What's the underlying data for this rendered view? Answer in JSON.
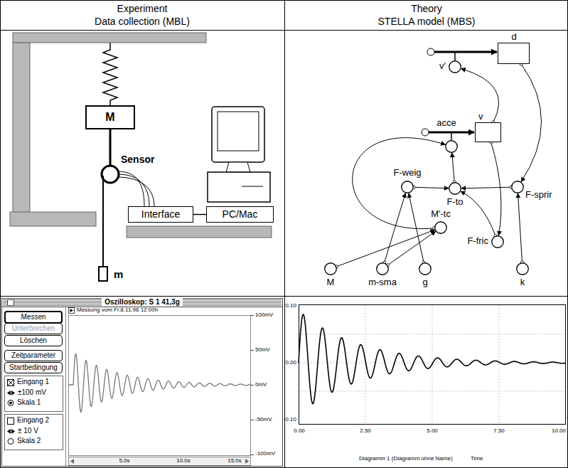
{
  "diagram": {
    "nodes": [
      {
        "text": [
          "M"
        ]
      },
      {
        "text": [
          "Interface"
        ]
      },
      {
        "text": [
          "PC/Mac"
        ]
      },
      {
        "text": [
          "d"
        ]
      },
      {
        "text": [
          "v'"
        ]
      },
      {
        "text": [
          "acce"
        ]
      },
      {
        "text": [
          "v"
        ]
      },
      {
        "text": [
          "F-weig"
        ]
      },
      {
        "text": [
          "F-to"
        ]
      },
      {
        "text": [
          "F-sprir"
        ]
      },
      {
        "text": [
          "M'-tc"
        ]
      },
      {
        "text": [
          "F-fric"
        ]
      },
      {
        "text": [
          "k"
        ]
      },
      {
        "text": [
          "M"
        ]
      },
      {
        "text": [
          "m-sma"
        ]
      },
      {
        "text": [
          "g"
        ]
      },
      {
        "text": [
          "Messen"
        ]
      },
      {
        "text": [
          "Unterbrechen"
        ]
      },
      {
        "text": [
          "Löschen"
        ]
      },
      {
        "text": [
          "Zeitparameter"
        ]
      },
      {
        "text": [
          "Startbedingung"
        ]
      }
    ],
    "edges": [
      {
        "from": 1,
        "to": 2,
        "arrow": "none"
      },
      {
        "from": 6,
        "to": 4,
        "arrow": "to"
      },
      {
        "from": 3,
        "to": 9,
        "arrow": "to"
      },
      {
        "from": 10,
        "to": 5,
        "arrow": "to"
      },
      {
        "from": 8,
        "to": 5,
        "arrow": "to"
      },
      {
        "from": 7,
        "to": 8,
        "arrow": "to"
      },
      {
        "from": 9,
        "to": 8,
        "arrow": "to"
      },
      {
        "from": 6,
        "to": 11,
        "arrow": "to"
      },
      {
        "from": 11,
        "to": 8,
        "arrow": "to"
      },
      {
        "from": 13,
        "to": 10,
        "arrow": "to"
      },
      {
        "from": 14,
        "to": 10,
        "arrow": "to"
      },
      {
        "from": 14,
        "to": 7,
        "arrow": "to"
      },
      {
        "from": 15,
        "to": 7,
        "arrow": "to"
      },
      {
        "from": 12,
        "to": 9,
        "arrow": "to"
      }
    ],
    "labels": [
      "Experiment",
      "Data collection (MBL)",
      "Theory",
      "STELLA model (MBS)",
      "Sensor",
      "m",
      "Oszilloskop: S 1 41,3g",
      "Messung vom Fr.8.11.96 12:00h",
      "Eingang 1",
      "±100 mV",
      "Skala 1",
      "Eingang 2",
      "± 10 V",
      "Skala 2",
      "100mV",
      "50mV",
      "0mV",
      "-50mV",
      "-100mV",
      "5.0s",
      "10.0s",
      "15.0s",
      "0.10",
      "0.00",
      "-0.10",
      "0.00",
      "2.50",
      "5.00",
      "7.50",
      "10.00",
      "Diagramm 1 (Diagramm ohne Name)",
      "Time"
    ]
  }
}
